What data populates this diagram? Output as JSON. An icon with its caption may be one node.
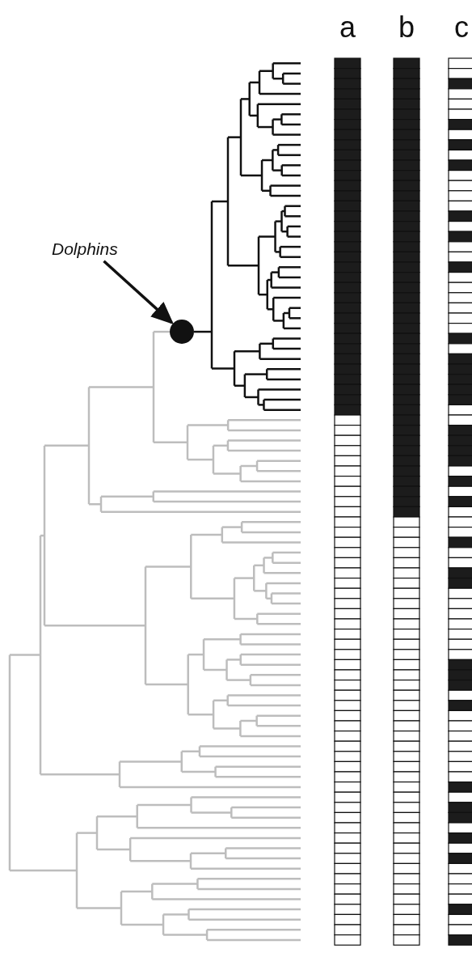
{
  "diagram": {
    "nodes": [
      {
        "text": [
          "Dolphins"
        ]
      },
      {
        "text": [],
        "shape": "circle"
      }
    ],
    "edges": [
      {
        "from": 0,
        "to": 1,
        "arrow": "to"
      }
    ],
    "labels": [
      "a",
      "b",
      "c"
    ]
  }
}
